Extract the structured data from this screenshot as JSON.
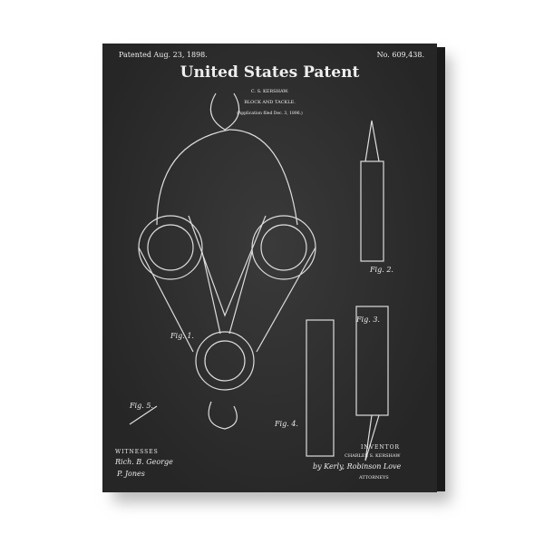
{
  "patent": {
    "patented": "Patented Aug. 23, 1898.",
    "number": "No. 609,438.",
    "title": "United States Patent",
    "inventor_name": "C. S. KERSHAW.",
    "invention": "BLOCK AND TACKLE.",
    "application": "(Application filed Dec. 3, 1896.)",
    "witnesses_label": "WITNESSES",
    "witness1": "Rich. B. George",
    "witness2": "P. Jones",
    "inventor_label": "INVENTOR",
    "inventor_full": "CHARLES S. KERSHAW",
    "attorney_sig": "by Kerly, Robinson Love",
    "attorneys_label": "ATTORNEYS",
    "figs": [
      "Fig. 1.",
      "Fig. 2.",
      "Fig. 3.",
      "Fig. 4.",
      "Fig. 5."
    ]
  }
}
